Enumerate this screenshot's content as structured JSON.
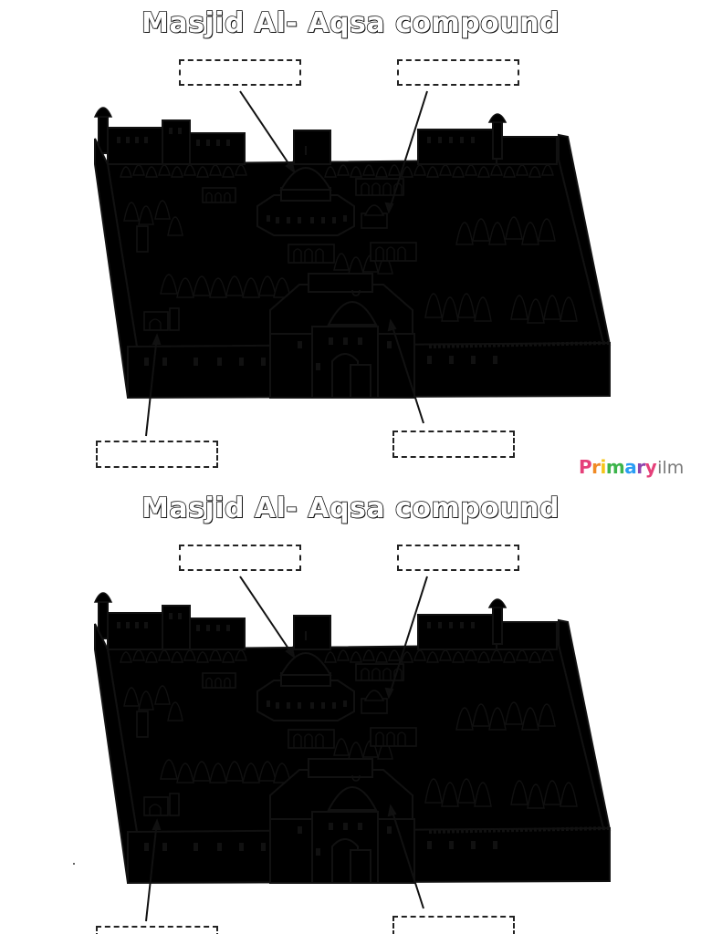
{
  "worksheet": {
    "title_top": "Masjid Al- Aqsa compound",
    "title_bottom": "Masjid Al- Aqsa compound"
  },
  "logo": {
    "letters": [
      "P",
      "r",
      "i",
      "m",
      "a",
      "r",
      "y"
    ],
    "letter_colors": [
      "#e5407a",
      "#f08a24",
      "#f5c518",
      "#3cb44b",
      "#2a9df4",
      "#8e44ad",
      "#e5407a"
    ],
    "suffix": "ilm",
    "suffix_color": "#7a7a7a"
  },
  "palette": {
    "wall": "#e8b877",
    "wall_shade": "#d9a25e",
    "courtyard": "#ecd3a8",
    "tree": "#2f7d3a",
    "tree_light": "#3f9a49",
    "dome_gold": "#f5a623",
    "octagon_blue": "#3a8fd0",
    "mosque_roof": "#6b6f86",
    "mosque_dome": "#4a4d66",
    "outline": "#111111"
  }
}
